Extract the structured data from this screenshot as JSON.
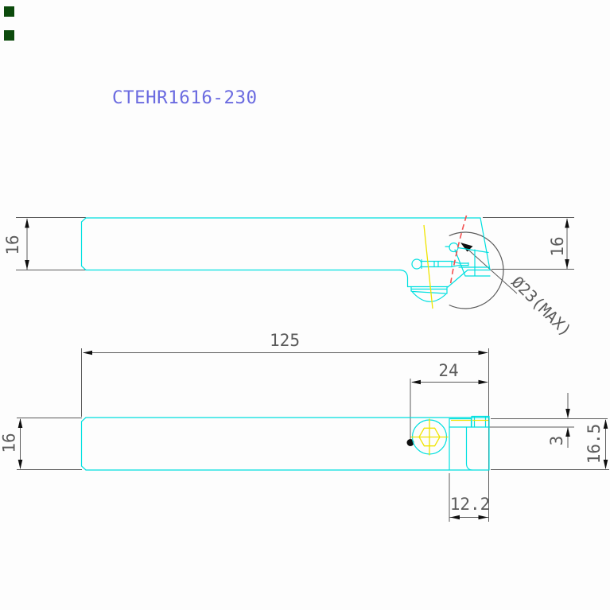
{
  "title": {
    "text": "CTEHR1616-230"
  },
  "colors": {
    "background": "#fdfdfd",
    "title_blue": "#6b6be0",
    "part_cyan": "#00e0e0",
    "dimension_gray": "#5b5b5b",
    "arrow_black": "#0f0f0f",
    "centerline_yellow": "#f0e400",
    "reference_red": "#f25050",
    "marker_green": "#0c4a0c"
  },
  "markers": {
    "square1": "marker",
    "square2": "marker"
  },
  "side_view": {
    "dims": {
      "height_left": "16",
      "height_right": "16"
    },
    "swing_label": "Ø23(MAX)"
  },
  "plan_view": {
    "dims": {
      "overall_length": "125",
      "head_length": "24",
      "shank_width": "16",
      "step_depth": "3",
      "overall_width": "16.5",
      "insert_offset": "12.2"
    }
  }
}
